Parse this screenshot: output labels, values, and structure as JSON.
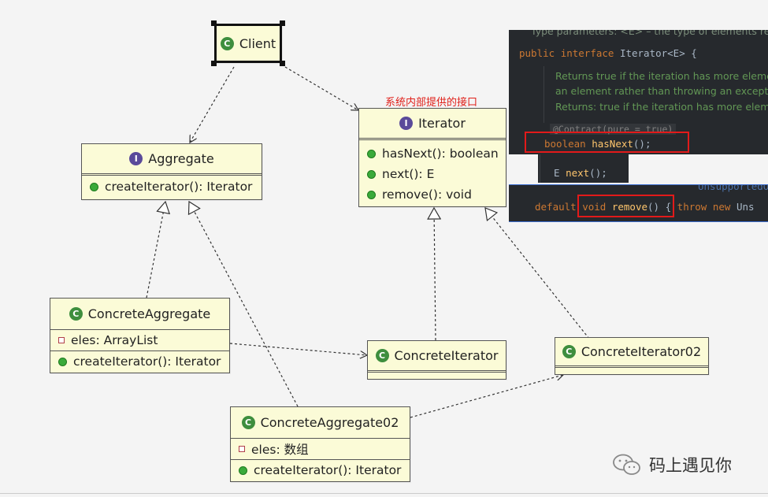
{
  "diagram": {
    "annotation": "系统内部提供的接口",
    "classes": {
      "client": {
        "name": "Client",
        "kind": "C"
      },
      "iterator": {
        "name": "Iterator",
        "kind": "I",
        "methods": [
          "hasNext(): boolean",
          "next(): E",
          "remove(): void"
        ]
      },
      "aggregate": {
        "name": "Aggregate",
        "kind": "I",
        "methods": [
          "createIterator(): Iterator"
        ]
      },
      "concrete_aggregate": {
        "name": "ConcreteAggregate",
        "kind": "C",
        "fields": [
          "eles: ArrayList"
        ],
        "methods": [
          "createIterator(): Iterator"
        ]
      },
      "concrete_iterator": {
        "name": "ConcreteIterator",
        "kind": "C"
      },
      "concrete_iterator02": {
        "name": "ConcreteIterator02",
        "kind": "C"
      },
      "concrete_aggregate02": {
        "name": "ConcreteAggregate02",
        "kind": "C",
        "fields": [
          "eles: 数组"
        ],
        "methods": [
          "createIterator(): Iterator"
        ]
      }
    }
  },
  "code": {
    "line_type_params": "Type parameters: <E> – the type of elements retu",
    "line_decl": [
      "public",
      "interface",
      "Iterator<E> {"
    ],
    "doc1": "Returns true if the iteration has more eleme",
    "doc2": "an element rather than throwing an exceptio",
    "doc3": "Returns: true if the iteration has more elem",
    "contract": "@Contract(pure = true)",
    "has_next": [
      "boolean",
      "hasNext",
      "();"
    ],
    "next": [
      "E",
      "next",
      "();"
    ],
    "unsupported": "UnsupportedO",
    "remove": [
      "default",
      "void",
      "remove",
      "()",
      "{",
      "throw",
      "new",
      "Uns"
    ]
  },
  "watermark": {
    "text": "码上遇见你"
  },
  "colors": {
    "note_red": "#e0201a",
    "box_fill": "#fbfbd7",
    "editor_bg": "#26292d"
  }
}
